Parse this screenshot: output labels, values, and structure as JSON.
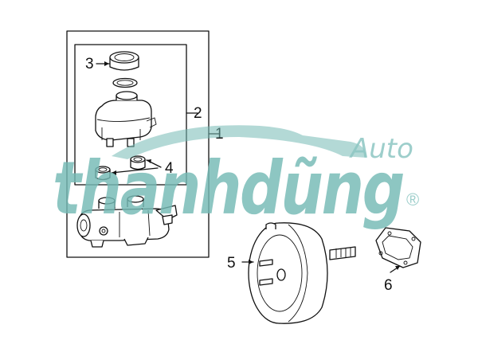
{
  "callouts": {
    "c1": "1",
    "c2": "2",
    "c3": "3",
    "c4": "4",
    "c5": "5",
    "c6": "6"
  },
  "watermark": {
    "brand": "thanhdũng",
    "tagline": "Auto",
    "registered": "®",
    "color": "#74b9b4"
  },
  "icons": [
    "master-cylinder",
    "reservoir",
    "reservoir-cap",
    "cap-seal",
    "grommet",
    "brake-booster",
    "booster-gasket",
    "car-silhouette-swoosh"
  ]
}
